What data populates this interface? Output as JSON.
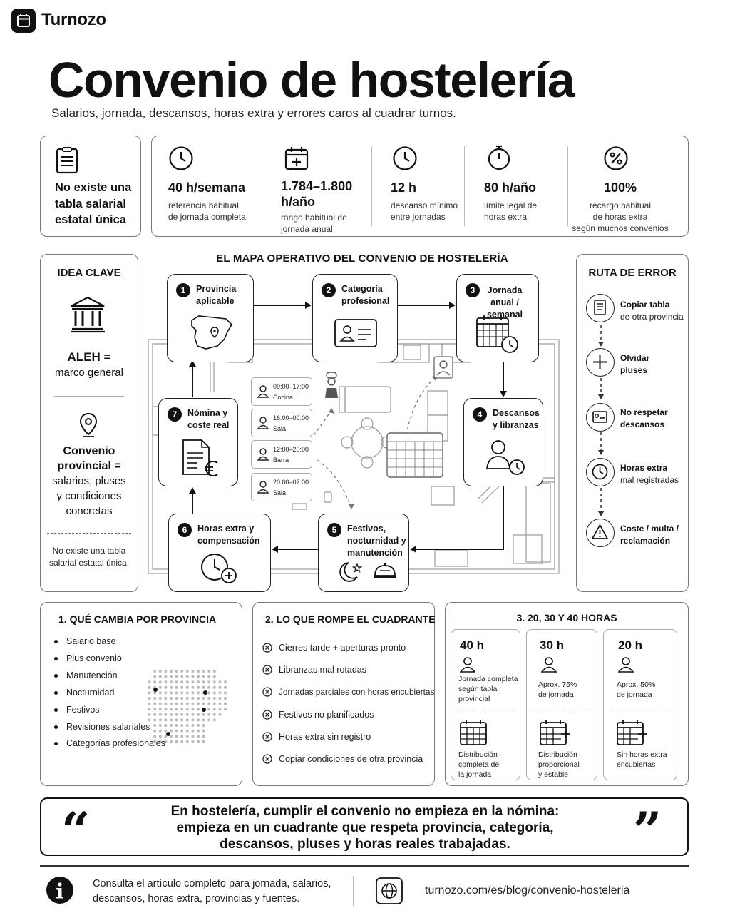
{
  "brand": {
    "name": "Turnozo"
  },
  "header": {
    "title": "Convenio de hostelería",
    "subtitle": "Salarios, jornada, descansos, horas extra y errores caros al cuadrar turnos."
  },
  "stats": {
    "intro_lines": [
      "No existe una",
      "tabla salarial",
      "estatal única"
    ],
    "items": [
      {
        "value": "40 h/semana",
        "desc": [
          "referencia habitual",
          "de jornada completa"
        ]
      },
      {
        "value_lines": [
          "1.784–1.800",
          "h/año"
        ],
        "desc": [
          "rango habitual de",
          "jornada anual"
        ]
      },
      {
        "value": "12 h",
        "desc": [
          "descanso mínimo",
          "entre jornadas"
        ]
      },
      {
        "value": "80 h/año",
        "desc": [
          "límite legal de",
          "horas extra"
        ]
      },
      {
        "value": "100%",
        "desc": [
          "recargo habitual",
          "de horas extra",
          "según muchos convenios"
        ]
      }
    ]
  },
  "idea": {
    "title": "IDEA CLAVE",
    "aleh_lines": [
      "ALEH =",
      "marco general"
    ],
    "conv_lines": [
      "Convenio",
      "provincial ="
    ],
    "conv_detail": [
      "salarios, pluses",
      "y condiciones",
      "concretas"
    ],
    "note": [
      "No existe una tabla",
      "salarial estatal única."
    ]
  },
  "map": {
    "title": "EL MAPA OPERATIVO DEL CONVENIO DE HOSTELERÍA",
    "steps": [
      {
        "num": "1",
        "lines": [
          "Provincia",
          "aplicable"
        ]
      },
      {
        "num": "2",
        "lines": [
          "Categoría",
          "profesional"
        ]
      },
      {
        "num": "3",
        "lines": [
          "Jornada",
          "anual / semanal"
        ]
      },
      {
        "num": "4",
        "lines": [
          "Descansos",
          "y libranzas"
        ]
      },
      {
        "num": "5",
        "lines": [
          "Festivos,",
          "nocturnidad y",
          "manutención"
        ]
      },
      {
        "num": "6",
        "lines": [
          "Horas extra y",
          "compensación"
        ]
      },
      {
        "num": "7",
        "lines": [
          "Nómina y",
          "coste real"
        ]
      }
    ],
    "shifts": [
      {
        "time": "09:00–17:00",
        "place": "Cocina"
      },
      {
        "time": "16:00–00:00",
        "place": "Sala"
      },
      {
        "time": "12:00–20:00",
        "place": "Barra"
      },
      {
        "time": "20:00–02:00",
        "place": "Sala"
      }
    ]
  },
  "error_route": {
    "title": "RUTA DE ERROR",
    "items": [
      {
        "bold": "Copiar tabla",
        "rest": "de otra provincia",
        "icon": "document-icon"
      },
      {
        "bold": "Olvidar",
        "rest": "pluses",
        "bold2": true,
        "icon": "plus-icon"
      },
      {
        "bold": "No respetar",
        "rest": "descansos",
        "bold2": true,
        "icon": "bed-icon"
      },
      {
        "bold": "Horas extra",
        "rest": "mal registradas",
        "icon": "clock-icon"
      },
      {
        "bold": "Coste / multa /",
        "rest": "reclamación",
        "bold2": true,
        "icon": "warning-icon"
      }
    ]
  },
  "section1": {
    "title": "1.  QUÉ CAMBIA POR PROVINCIA",
    "items": [
      "Salario base",
      "Plus convenio",
      "Manutención",
      "Nocturnidad",
      "Festivos",
      "Revisiones salariales",
      "Categorías profesionales"
    ]
  },
  "section2": {
    "title": "2.  LO QUE ROMPE EL CUADRANTE",
    "items": [
      "Cierres tarde + aperturas pronto",
      "Libranzas mal rotadas",
      "Jornadas parciales con horas encubiertas",
      "Festivos no planificados",
      "Horas extra sin registro",
      "Copiar condiciones de otra provincia"
    ]
  },
  "section3": {
    "title": "3.  20, 30 Y 40 HORAS",
    "cards": [
      {
        "hours": "40 h",
        "top": [
          "Jornada completa",
          "según tabla",
          "provincial"
        ],
        "bottom": [
          "Distribución",
          "completa de",
          "la jornada"
        ]
      },
      {
        "hours": "30 h",
        "top": [
          "Aprox. 75%",
          "de jornada"
        ],
        "bottom": [
          "Distribución",
          "proporcional",
          "y estable"
        ]
      },
      {
        "hours": "20 h",
        "top": [
          "Aprox. 50%",
          "de jornada"
        ],
        "bottom": [
          "Sin horas extra",
          "encubiertas"
        ]
      }
    ]
  },
  "quote": {
    "lines": [
      "En hostelería, cumplir el convenio no empieza en la nómina:",
      "empieza en un cuadrante que respeta provincia, categoría,",
      "descansos, pluses y horas reales trabajadas."
    ],
    "open": "“",
    "close": "”"
  },
  "footer": {
    "text": [
      "Consulta el artículo completo para jornada, salarios,",
      "descansos, horas extra, provincias y fuentes."
    ],
    "url": "turnozo.com/es/blog/convenio-hosteleria"
  }
}
